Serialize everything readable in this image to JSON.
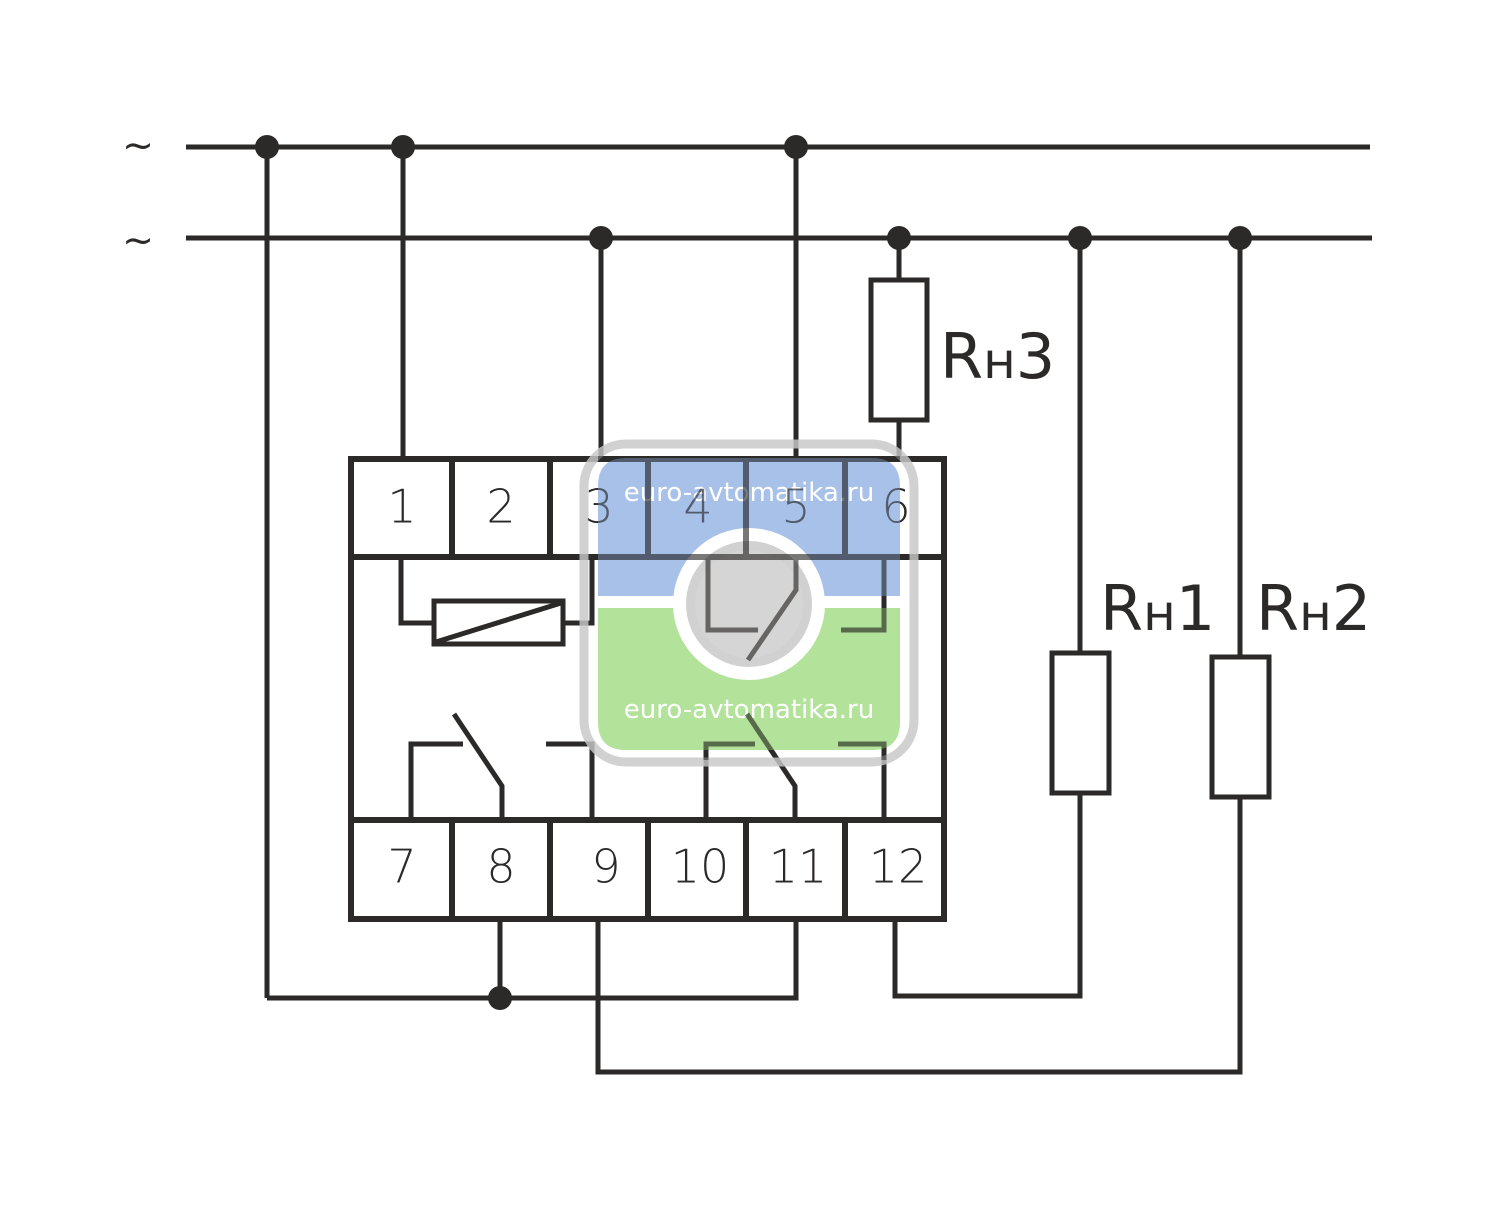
{
  "diagram": {
    "title": "Relay wiring diagram",
    "supply": {
      "phase_symbol_top": "~",
      "phase_symbol_bottom": "~"
    },
    "terminals_top": [
      "1",
      "2",
      "3",
      "4",
      "5",
      "6"
    ],
    "terminals_bottom": [
      "7",
      "8",
      "9",
      "10",
      "11",
      "12"
    ],
    "loads": [
      {
        "id": "rn3",
        "prefix": "R",
        "sub": "н",
        "index": "3"
      },
      {
        "id": "rn1",
        "prefix": "R",
        "sub": "н",
        "index": "1"
      },
      {
        "id": "rn2",
        "prefix": "R",
        "sub": "н",
        "index": "2"
      }
    ],
    "connections": [
      "L1 -> terminal 1",
      "L1 -> terminal 5",
      "L1 -> common of 8 and 11",
      "L2 -> terminal 3",
      "L2 -> Rн3 -> terminal 6",
      "L2 -> Rн1 -> terminal 12",
      "L2 -> Rн2 -> terminal 9"
    ]
  },
  "watermark": {
    "text_top": "euro-avtomatika.ru",
    "text_bottom": "euro-avtomatika.ru",
    "colors": {
      "blue": "#a9c1e8",
      "green": "#b3e29b",
      "ring": "#cfcfcf",
      "center": "#cccccc"
    }
  },
  "colors": {
    "line": "#2b2a29",
    "background": "#ffffff"
  }
}
